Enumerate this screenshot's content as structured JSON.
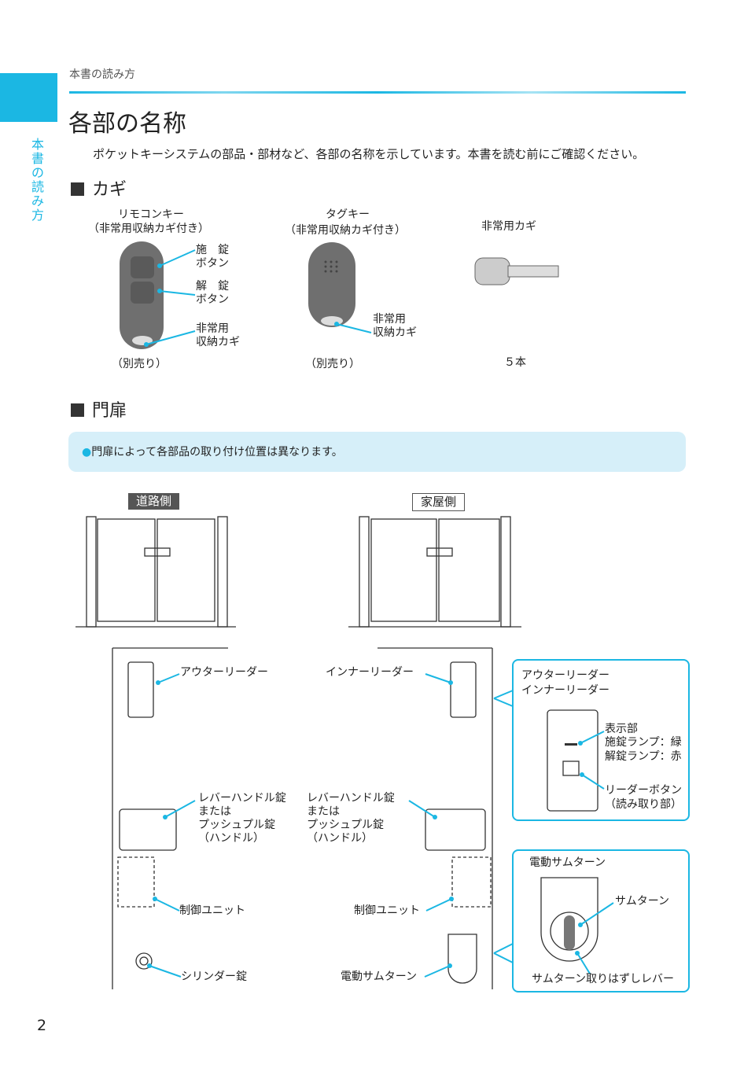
{
  "header": {
    "section": "本書の読み方",
    "side_tab": "本書の読み方"
  },
  "title": "各部の名称",
  "intro": "ポケットキーシステムの部品・部材など、各部の名称を示しています。本書を読む前にご確認ください。",
  "keys": {
    "heading": "カギ",
    "remote": {
      "name1": "リモコンキー",
      "name2": "（非常用収納カギ付き）",
      "lock_btn1": "施　錠",
      "lock_btn2": "ボタン",
      "unlock_btn1": "解　錠",
      "unlock_btn2": "ボタン",
      "emerg1": "非常用",
      "emerg2": "収納カギ",
      "note": "（別売り）"
    },
    "tag": {
      "name1": "タグキー",
      "name2": "（非常用収納カギ付き）",
      "emerg1": "非常用",
      "emerg2": "収納カギ",
      "note": "（別売り）"
    },
    "emergency": {
      "name": "非常用カギ",
      "count": "５本"
    }
  },
  "gate": {
    "heading": "門扉",
    "note": "●門扉によって各部品の取り付け位置は異なります。",
    "road_side": "道路側",
    "house_side": "家屋側",
    "outer_reader": "アウターリーダー",
    "inner_reader": "インナーリーダー",
    "lever_l": [
      "レバーハンドル錠",
      "または",
      "プッシュプル錠",
      "（ハンドル）"
    ],
    "lever_r": [
      "レバーハンドル錠",
      "または",
      "プッシュプル錠",
      "（ハンドル）"
    ],
    "control_l": "制御ユニット",
    "control_r": "制御ユニット",
    "cylinder": "シリンダー錠",
    "thumb_turn": "電動サムターン",
    "reader_box": {
      "title1": "アウターリーダー",
      "title2": "インナーリーダー",
      "display": "表示部",
      "lock_lamp": "施錠ランプ：緑",
      "unlock_lamp": "解錠ランプ：赤",
      "button1": "リーダーボタン",
      "button2": "（読み取り部）"
    },
    "thumb_box": {
      "title": "電動サムターン",
      "thumb": "サムターン",
      "lever": "サムターン取りはずしレバー"
    }
  },
  "page_number": "2",
  "colors": {
    "accent": "#1bb7e3",
    "note_bg": "#d6eff9"
  }
}
